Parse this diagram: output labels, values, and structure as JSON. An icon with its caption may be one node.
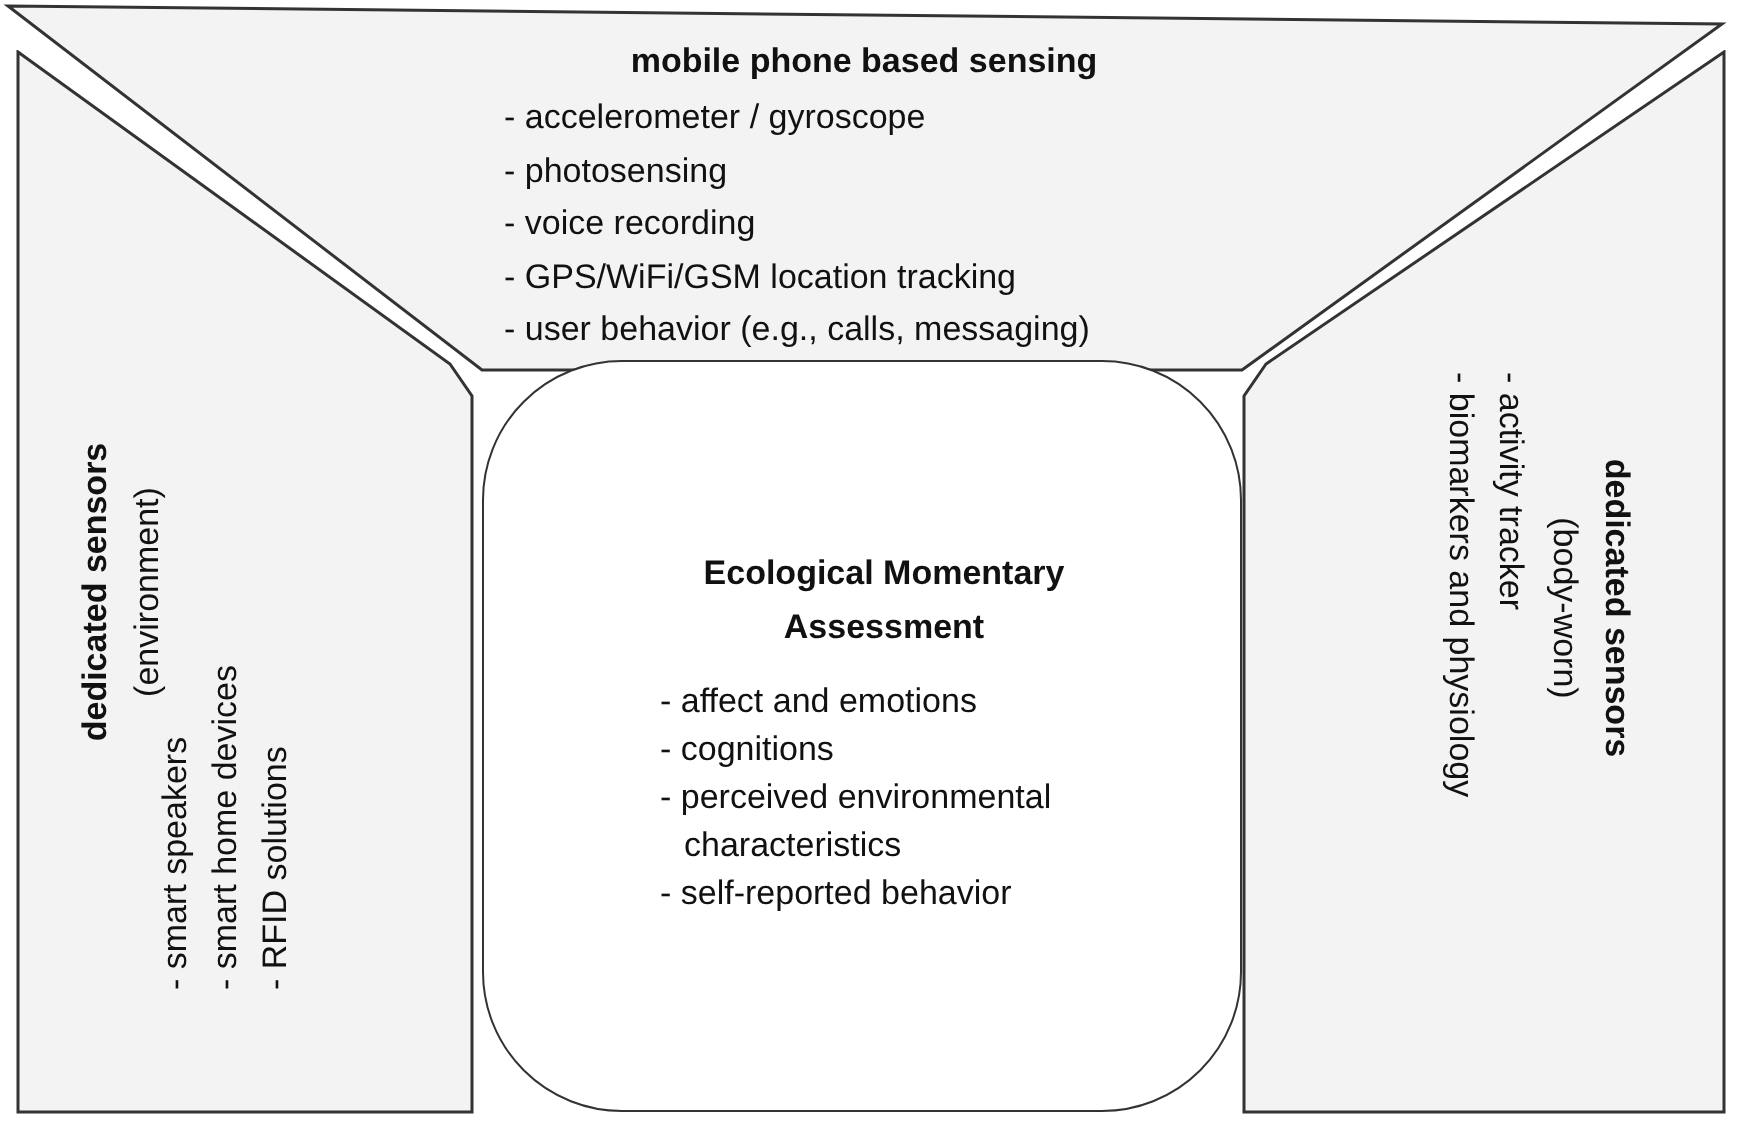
{
  "diagram": {
    "nodes": [
      {
        "text": [
          "mobile phone based sensing",
          "- accelerometer / gyroscope",
          "- photosensing",
          "- voice recording",
          "- GPS/WiFi/GSM location tracking",
          "- user behavior (e.g., calls, messaging)"
        ]
      },
      {
        "text": [
          "dedicated sensors",
          "(environment)",
          "- smart speakers",
          "- smart home devices",
          "- RFID solutions"
        ]
      },
      {
        "text": [
          "Ecological Momentary Assessment",
          "- affect and emotions",
          "- cognitions",
          "- perceived environmental characteristics",
          "- self-reported behavior"
        ]
      },
      {
        "text": [
          "dedicated sensors",
          "(body-worn)",
          "- activity tracker",
          "- biomarkers and physiology"
        ]
      }
    ]
  }
}
